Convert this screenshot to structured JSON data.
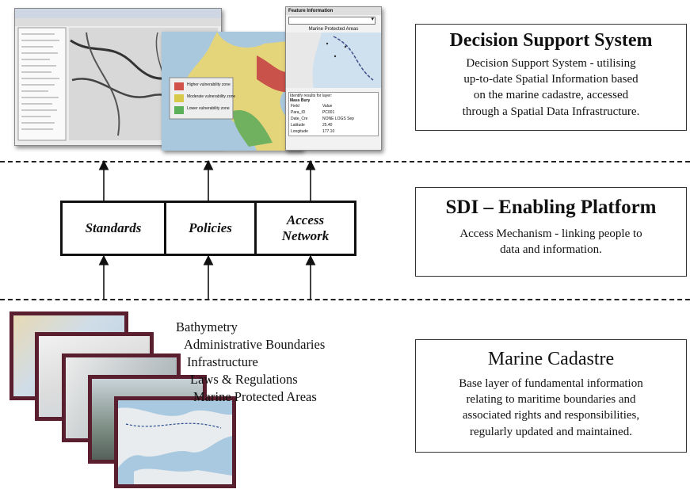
{
  "dss": {
    "title": "Decision Support System",
    "desc_lines": [
      "Decision Support System - utilising",
      "up-to-date Spatial Information based",
      "on the marine cadastre, accessed",
      "through a Spatial Data Infrastructure."
    ],
    "popup": {
      "title": "Feature Information",
      "header": "Marine Protected Areas",
      "results_title": "Identify results for layer:",
      "results_sub": "Mass Bury",
      "rows": [
        [
          "Field",
          "Value"
        ],
        [
          "Para_ID",
          "PC001"
        ],
        [
          "Date_Cre",
          "NONE LOGS Sep"
        ],
        [
          "Latitude",
          "25.40"
        ],
        [
          "Longitude",
          "177.10"
        ]
      ]
    },
    "map_legend": [
      "Higher vulnerability zone",
      "Moderate vulnerability zone",
      "Lower vulnerability zone"
    ]
  },
  "sdi": {
    "title": "SDI – Enabling Platform",
    "desc_lines": [
      "Access Mechanism - linking people to",
      "data and information."
    ],
    "components": [
      {
        "lines": [
          "Standards"
        ]
      },
      {
        "lines": [
          "Policies"
        ]
      },
      {
        "lines": [
          "Access",
          "Network"
        ]
      }
    ]
  },
  "cadastre": {
    "title": "Marine Cadastre",
    "desc_lines": [
      "Base layer of fundamental information",
      "relating to maritime boundaries and",
      "associated rights and responsibilities,",
      "regularly updated and maintained."
    ],
    "layers": [
      "Bathymetry",
      "Administrative Boundaries",
      "Infrastructure",
      "Laws & Regulations",
      "Marine Protected Areas"
    ]
  },
  "colors": {
    "card_frame": "#5a1f2e",
    "legend_high": "#d0524a",
    "legend_moderate": "#d9c94a",
    "legend_low": "#5db05a"
  }
}
